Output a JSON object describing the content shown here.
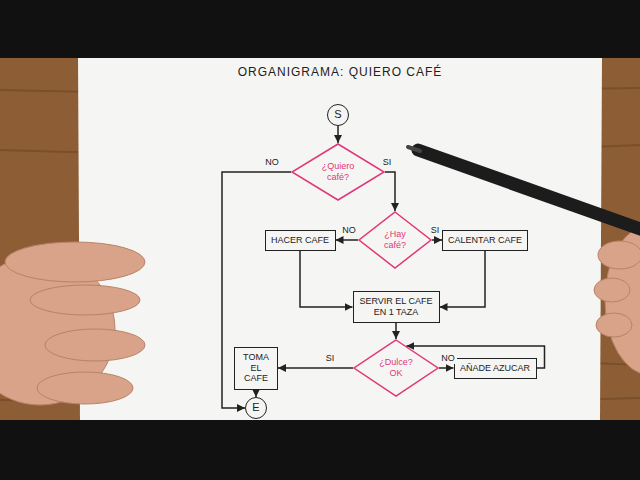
{
  "diagram": {
    "title": "ORGANIGRAMA: QUIERO CAFÉ",
    "nodes": [
      {
        "text": [
          "S"
        ]
      },
      {
        "text": [
          "¿Quiero café?"
        ]
      },
      {
        "text": [
          "¿Hay café?"
        ]
      },
      {
        "text": [
          "HACER CAFE"
        ]
      },
      {
        "text": [
          "CALENTAR CAFE"
        ]
      },
      {
        "text": [
          "SERVIR EL CAFE EN 1 TAZA"
        ]
      },
      {
        "text": [
          "¿Dulce? OK"
        ]
      },
      {
        "text": [
          "AÑADE AZUCAR"
        ]
      },
      {
        "text": [
          "TOMA EL CAFE"
        ]
      },
      {
        "text": [
          "E"
        ]
      }
    ],
    "edges": [
      {
        "from": 0,
        "to": 1,
        "arrow": "to"
      },
      {
        "from": 1,
        "to": 2,
        "label": "SI",
        "arrow": "to"
      },
      {
        "from": 1,
        "to": 9,
        "label": "NO",
        "arrow": "to"
      },
      {
        "from": 2,
        "to": 3,
        "label": "NO",
        "arrow": "to"
      },
      {
        "from": 2,
        "to": 4,
        "label": "SI",
        "arrow": "to"
      },
      {
        "from": 3,
        "to": 5,
        "arrow": "to"
      },
      {
        "from": 4,
        "to": 5,
        "arrow": "to"
      },
      {
        "from": 5,
        "to": 6,
        "arrow": "to"
      },
      {
        "from": 6,
        "to": 8,
        "label": "SI",
        "arrow": "to"
      },
      {
        "from": 6,
        "to": 7,
        "label": "NO",
        "arrow": "to"
      },
      {
        "from": 7,
        "to": 6,
        "arrow": "to"
      },
      {
        "from": 8,
        "to": 9,
        "arrow": "to"
      }
    ]
  }
}
